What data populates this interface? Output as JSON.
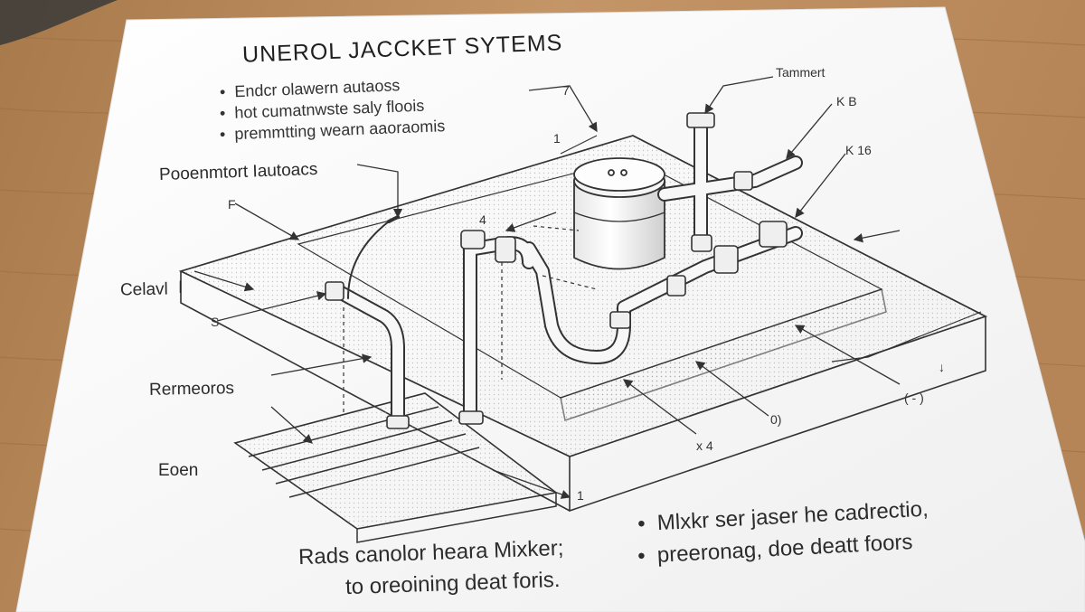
{
  "diagram": {
    "title": "UNEROL JACCKET SYTEMS",
    "bullets": [
      "Endcr olawern autaoss",
      "hot cumatnwste saly floois",
      "premmtting wearn aaoraomis"
    ],
    "labels": {
      "top_right_a": "Tammert",
      "top_right_b": "K B",
      "top_right_c": "K 16",
      "num_7": "7",
      "num_1_top": "1",
      "num_4_mid": "4",
      "left_a": "Pooenmtort Iautoacs",
      "left_a_sub": "F",
      "left_b": "Celavl",
      "left_b_sub": "I",
      "left_s": "S",
      "left_c": "Rermeoros",
      "left_d": "Eoen",
      "num_1_bottom": "1",
      "bottom_mid": "x 4",
      "bottom_right_a": "0)",
      "bottom_right_b": "( - )",
      "bottom_right_c": "↓"
    },
    "footer_left": [
      "Rads canolor heara Mixker;",
      "to oreoining deat foris."
    ],
    "footer_right_bullets": [
      "Mlxkr ser jaser he cadrectio,",
      "preeronag, doe deatt foors"
    ]
  },
  "colors": {
    "paper": "#fbfbfb",
    "ink": "#2a2a2a",
    "desk": "#b98c5c"
  }
}
